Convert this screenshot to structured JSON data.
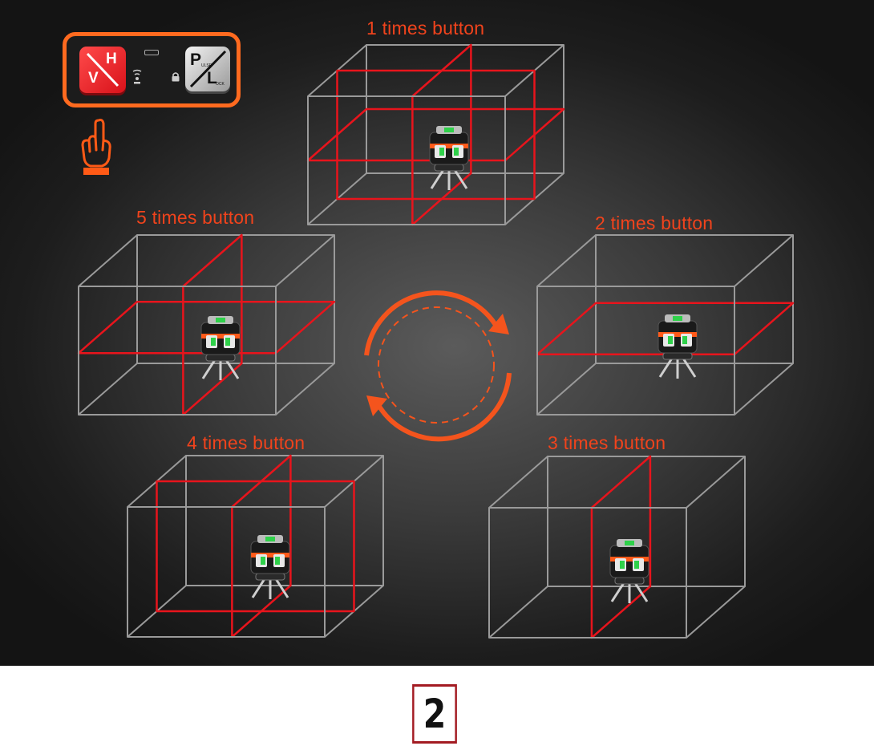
{
  "control_panel": {
    "vh_button": {
      "top_letter": "H",
      "bottom_letter": "V"
    },
    "pl_button": {
      "top_letter": "P",
      "top_sub": "ULSE",
      "bottom_letter": "L",
      "bottom_sub": "OCK"
    }
  },
  "icons": {
    "hand": "pointing-hand-icon",
    "rotation": "cycle-arrows-icon",
    "signal": "remote-signal-icon",
    "lock": "lock-icon",
    "port": "usb-port-icon"
  },
  "modes": [
    {
      "label": "1 times button"
    },
    {
      "label": "2 times button"
    },
    {
      "label": "3 times button"
    },
    {
      "label": "4 times button"
    },
    {
      "label": "5 times button"
    }
  ],
  "page_number": "2",
  "colors": {
    "accent": "#f0431c",
    "laser": "#e8141c",
    "frame": "#9a9a9a",
    "panel_border": "#ff6a1f",
    "vh_button": "#e8141c",
    "laser_green": "#2fd14a"
  }
}
